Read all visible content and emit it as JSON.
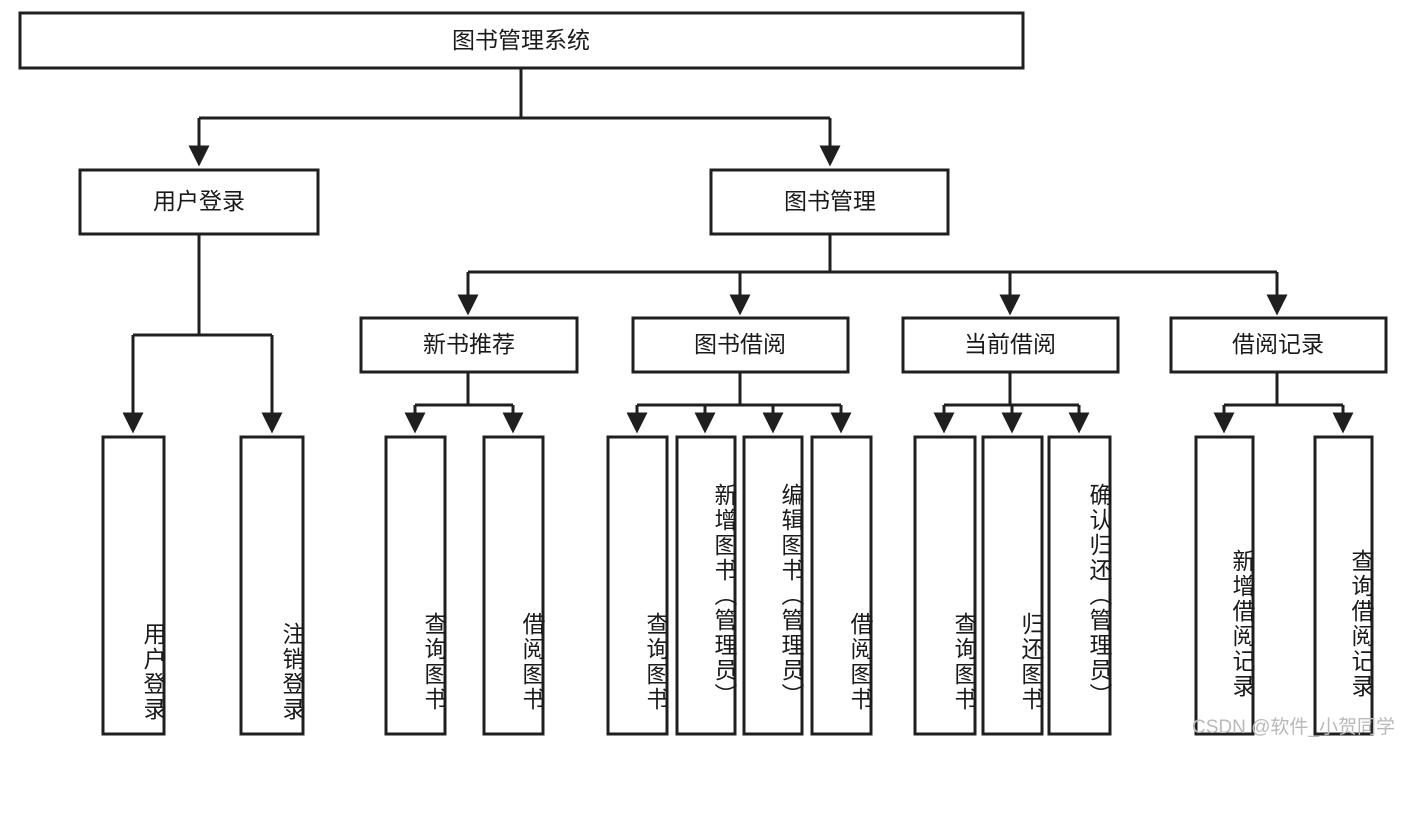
{
  "diagram": {
    "type": "tree-hierarchy",
    "title": "图书管理系统",
    "root": {
      "id": "root",
      "label": "图书管理系统",
      "orientation": "horizontal"
    },
    "level2": [
      {
        "id": "user-login",
        "label": "用户登录",
        "orientation": "horizontal"
      },
      {
        "id": "book-manage",
        "label": "图书管理",
        "orientation": "horizontal"
      }
    ],
    "level3": [
      {
        "id": "new-book-recommend",
        "label": "新书推荐",
        "orientation": "horizontal",
        "parent": "book-manage"
      },
      {
        "id": "book-borrow",
        "label": "图书借阅",
        "orientation": "horizontal",
        "parent": "book-manage"
      },
      {
        "id": "current-borrow",
        "label": "当前借阅",
        "orientation": "horizontal",
        "parent": "book-manage"
      },
      {
        "id": "borrow-record",
        "label": "借阅记录",
        "orientation": "horizontal",
        "parent": "book-manage"
      }
    ],
    "leaves": [
      {
        "id": "leaf-user-login",
        "label": "用户登录",
        "orientation": "vertical",
        "parent": "user-login"
      },
      {
        "id": "leaf-logout",
        "label": "注销登录",
        "orientation": "vertical",
        "parent": "user-login"
      },
      {
        "id": "leaf-query-book-1",
        "label": "查询图书",
        "orientation": "vertical",
        "parent": "new-book-recommend"
      },
      {
        "id": "leaf-borrow-book-1",
        "label": "借阅图书",
        "orientation": "vertical",
        "parent": "new-book-recommend"
      },
      {
        "id": "leaf-query-book-2",
        "label": "查询图书",
        "orientation": "vertical",
        "parent": "book-borrow"
      },
      {
        "id": "leaf-add-book",
        "label": "新增图书（管理员）",
        "orientation": "vertical",
        "parent": "book-borrow"
      },
      {
        "id": "leaf-edit-book",
        "label": "编辑图书（管理员）",
        "orientation": "vertical",
        "parent": "book-borrow"
      },
      {
        "id": "leaf-borrow-book-2",
        "label": "借阅图书",
        "orientation": "vertical",
        "parent": "book-borrow"
      },
      {
        "id": "leaf-query-book-3",
        "label": "查询图书",
        "orientation": "vertical",
        "parent": "current-borrow"
      },
      {
        "id": "leaf-return-book",
        "label": "归还图书",
        "orientation": "vertical",
        "parent": "current-borrow"
      },
      {
        "id": "leaf-confirm-return",
        "label": "确认归还（管理员）",
        "orientation": "vertical",
        "parent": "current-borrow"
      },
      {
        "id": "leaf-add-record",
        "label": "新增借阅记录",
        "orientation": "vertical",
        "parent": "borrow-record"
      },
      {
        "id": "leaf-query-record",
        "label": "查询借阅记录",
        "orientation": "vertical",
        "parent": "borrow-record"
      }
    ],
    "colors": {
      "stroke": "#1f1f1f",
      "box_fill": "#ffffff",
      "text": "#1a1a1a",
      "background": "#ffffff",
      "watermark": "#b9b9b9"
    }
  },
  "watermark": {
    "text": "CSDN @软件_小贺同学"
  }
}
